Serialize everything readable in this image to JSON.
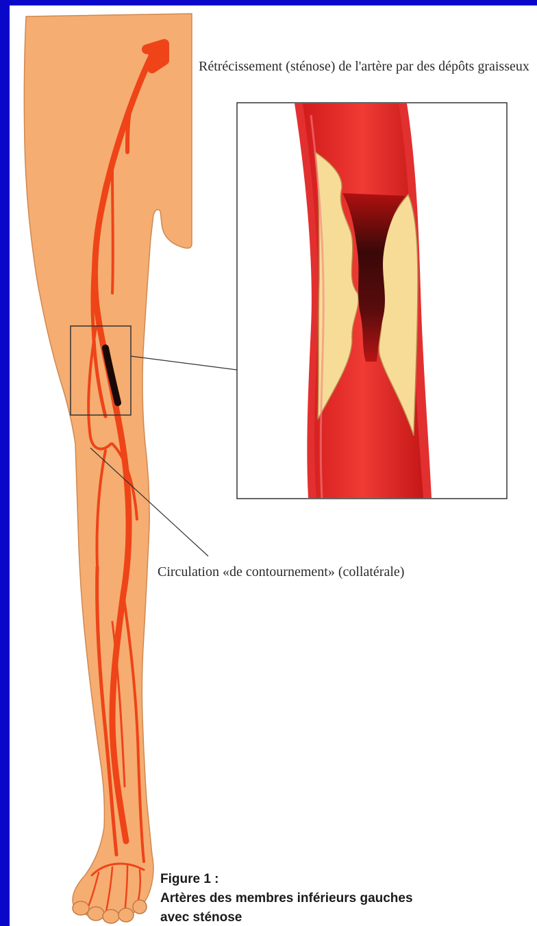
{
  "labels": {
    "stenosis": "Rétrécissement (sténose) de l'artère par des dépôts graisseux",
    "collateral": "Circulation «de contournement» (collatérale)"
  },
  "caption": {
    "number": "Figure 1 :",
    "line1": "Artères des membres inférieurs gauches",
    "line2": "avec sténose"
  },
  "colors": {
    "frame": "#0a07c9",
    "skin": "#f5ad72",
    "artery": "#ee4418",
    "vessel_wall": "#e23030",
    "lumen": "#c81818",
    "plaque": "#f7dc98",
    "occlusion": "#1a0808"
  }
}
